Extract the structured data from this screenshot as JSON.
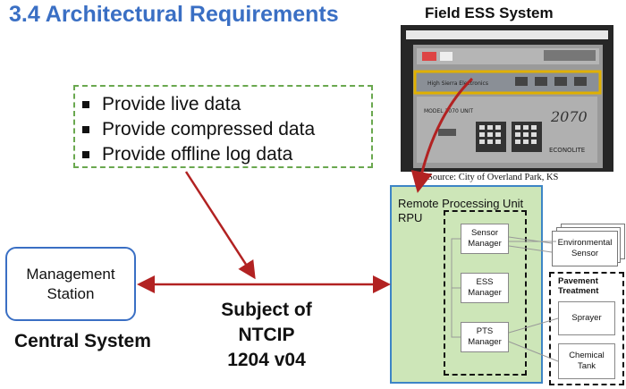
{
  "slide": {
    "title": "3.4   Architectural Requirements",
    "photo_title": "Field ESS System",
    "photo_caption": "Source: City of Overland Park, KS",
    "photo_text": {
      "brand": "High Sierra Electronics",
      "model": "MODEL 2070 UNIT",
      "logo": "2070",
      "econolite": "ECONOLITE"
    }
  },
  "requirements": [
    "Provide live data",
    "Provide compressed data",
    "Provide offline log data"
  ],
  "central": {
    "station_label": "Management Station",
    "system_label": "Central System"
  },
  "ntcip_label_line1": "Subject of NTCIP",
  "ntcip_label_line2": "1204 v04",
  "rpu": {
    "title_line1": "Remote Processing Unit",
    "title_line2": "RPU",
    "managers": [
      {
        "line1": "Sensor",
        "line2": "Manager"
      },
      {
        "line1": "ESS",
        "line2": "Manager"
      },
      {
        "line1": "PTS",
        "line2": "Manager"
      }
    ]
  },
  "sensors": {
    "line1": "Environmental",
    "line2": "Sensor"
  },
  "pavement": {
    "title_line1": "Pavement",
    "title_line2": "Treatment",
    "devices": [
      "Sprayer",
      "Chemical Tank"
    ]
  },
  "colors": {
    "title": "#3A6FC4",
    "arrow": "#B22222",
    "rpu_fill": "#cde6b8",
    "dashed_green": "#6aa84f"
  }
}
